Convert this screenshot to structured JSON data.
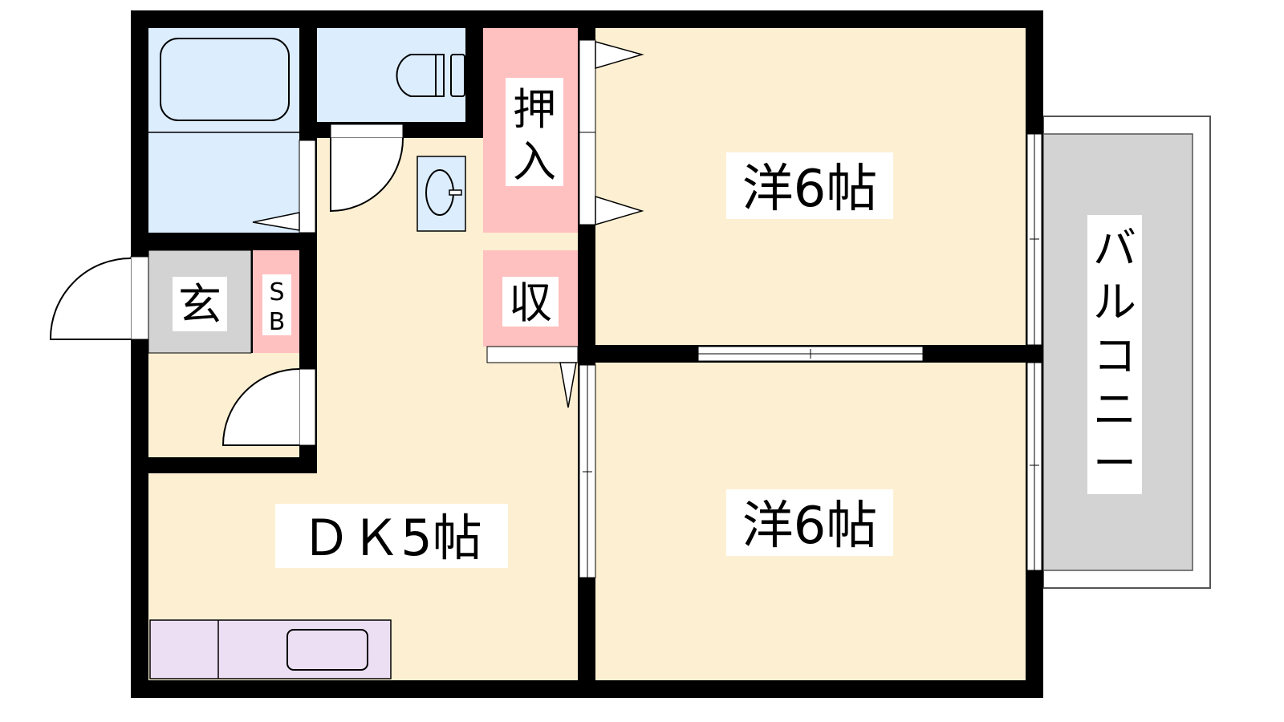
{
  "floorplan": {
    "rooms": {
      "western_room_top": "洋6帖",
      "western_room_bottom": "洋6帖",
      "dining_kitchen": "ＤＫ5帖",
      "closet_oshiire_line1": "押",
      "closet_oshiire_line2": "入",
      "storage": "収",
      "entrance": "玄",
      "shoe_box_line1": "S",
      "shoe_box_line2": "B",
      "balcony": [
        "バ",
        "ル",
        "コ",
        "ニ",
        "ー"
      ]
    },
    "colors": {
      "wall": "#000000",
      "room_floor": "#fdf0d2",
      "wet_area": "#dcedfe",
      "storage": "#ffc0c0",
      "entrance": "#d3d3d3",
      "kitchen_counter": "#ecdff4",
      "balcony": "#d3d3d3"
    }
  }
}
